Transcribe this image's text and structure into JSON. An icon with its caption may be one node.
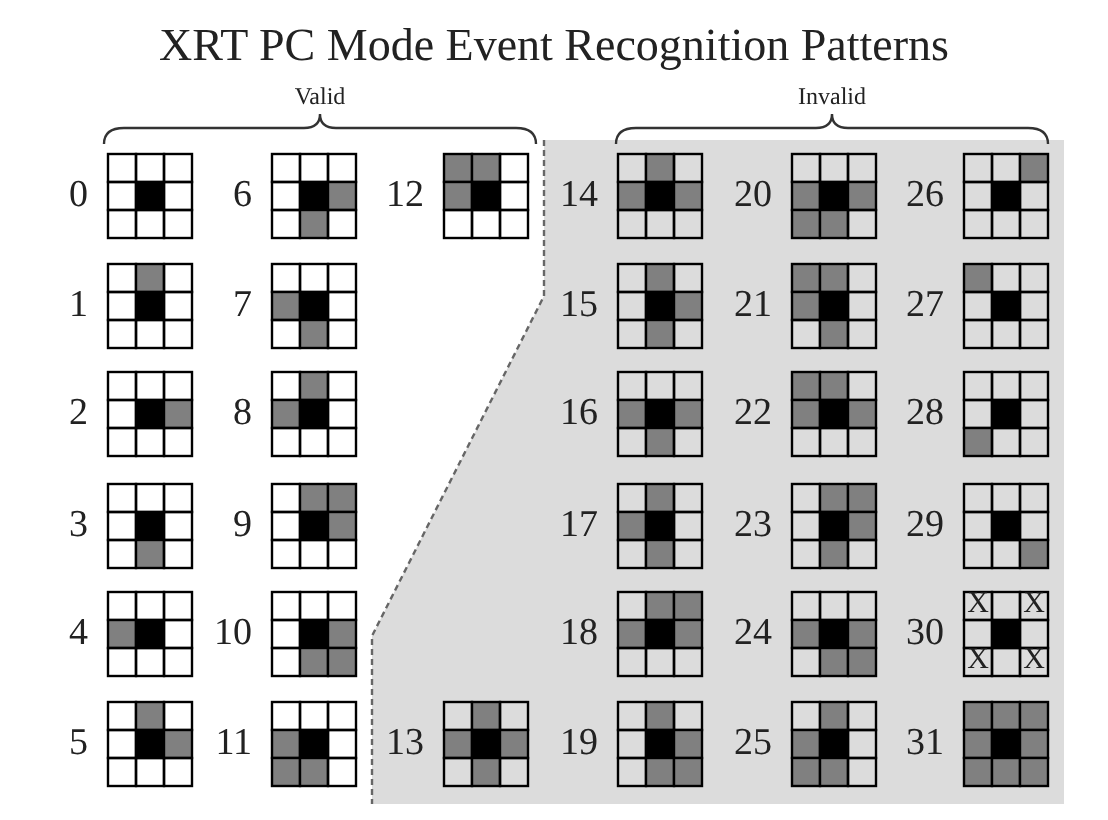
{
  "diagram": {
    "title": "XRT PC Mode Event Recognition Patterns",
    "labels": [
      "Valid",
      "Invalid",
      "0",
      "6",
      "12",
      "14",
      "20",
      "26",
      "1",
      "7",
      "15",
      "21",
      "27",
      "2",
      "8",
      "16",
      "22",
      "28",
      "3",
      "9",
      "17",
      "23",
      "29",
      "4",
      "10",
      "18",
      "24",
      "30",
      "X",
      "X",
      "X",
      "X",
      "5",
      "11",
      "13",
      "19",
      "25",
      "31"
    ]
  }
}
